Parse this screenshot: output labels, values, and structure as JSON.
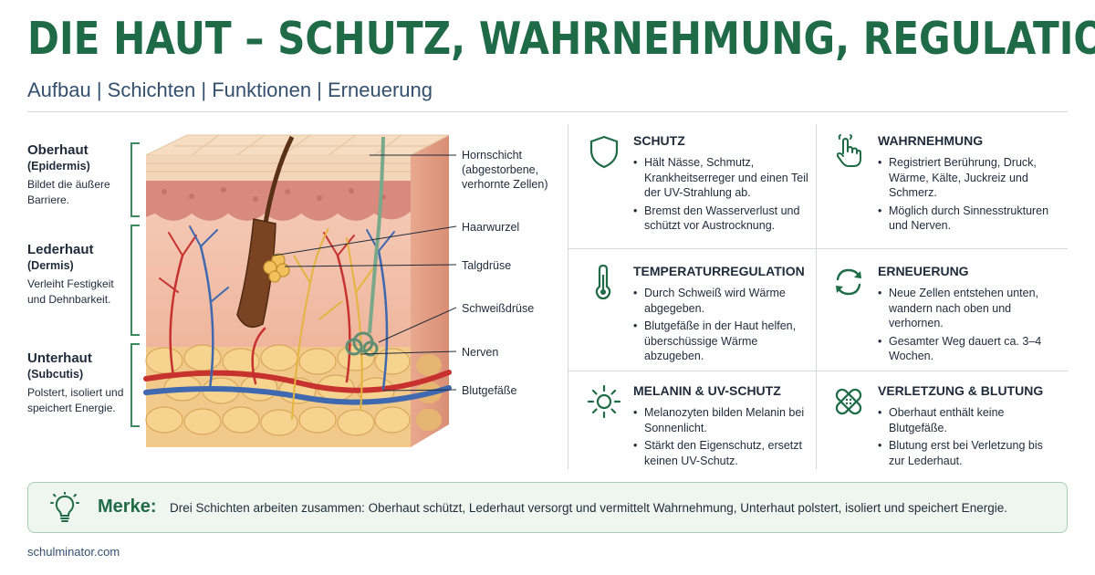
{
  "header": {
    "title": "DIE HAUT – SCHUTZ, WAHRNEHMUNG, REGULATION",
    "subtitle": "Aufbau | Schichten | Funktionen | Erneuerung"
  },
  "layers": [
    {
      "name": "Oberhaut",
      "latin": "(Epidermis)",
      "desc": "Bildet die äußere Barriere."
    },
    {
      "name": "Lederhaut",
      "latin": "(Dermis)",
      "desc": "Verleiht Festigkeit und Dehnbarkeit."
    },
    {
      "name": "Unterhaut",
      "latin": "(Subcutis)",
      "desc": "Polstert, isoliert und speichert Energie."
    }
  ],
  "diagram_labels": {
    "hornschicht": "Hornschicht",
    "hornschicht_note1": "(abgestorbene,",
    "hornschicht_note2": "verhornte Zellen)",
    "haarwurzel": "Haarwurzel",
    "talgdruese": "Talgdrüse",
    "schweissdruese": "Schweißdrüse",
    "nerven": "Nerven",
    "blutgefaesse": "Blutgefäße"
  },
  "cards": [
    {
      "icon": "shield-icon",
      "title": "SCHUTZ",
      "bullets": [
        "Hält Nässe, Schmutz, Krankheitserreger und einen Teil der UV-Strahlung ab.",
        "Bremst den Wasserverlust und schützt vor Austrocknung."
      ]
    },
    {
      "icon": "touch-hand-icon",
      "title": "WAHRNEHMUNG",
      "bullets": [
        "Registriert Berührung, Druck, Wärme, Kälte, Juckreiz und Schmerz.",
        "Möglich durch Sinnesstrukturen und Nerven."
      ]
    },
    {
      "icon": "thermometer-icon",
      "title": "TEMPERATURREGULATION",
      "bullets": [
        "Durch Schweiß wird Wärme abgegeben.",
        "Blutgefäße in der Haut helfen, überschüssige Wärme abzugeben."
      ]
    },
    {
      "icon": "renewal-arrows-icon",
      "title": "ERNEUERUNG",
      "bullets": [
        "Neue Zellen entstehen unten, wandern nach oben und verhornen.",
        "Gesamter Weg dauert ca. 3–4 Wochen."
      ]
    },
    {
      "icon": "sun-icon",
      "title": "MELANIN & UV-SCHUTZ",
      "bullets": [
        "Melanozyten bilden Melanin bei Sonnenlicht.",
        "Stärkt den Eigenschutz, ersetzt keinen UV-Schutz."
      ]
    },
    {
      "icon": "bandage-icon",
      "title": "VERLETZUNG & BLUTUNG",
      "bullets": [
        "Oberhaut enthält keine Blutgefäße.",
        "Blutung erst bei Verletzung bis zur Lederhaut."
      ]
    }
  ],
  "merke": {
    "icon": "lightbulb-icon",
    "label": "Merke:",
    "text": "Drei Schichten arbeiten zusammen: Oberhaut schützt, Lederhaut versorgt und vermittelt Wahrnehmung, Unterhaut polstert, isoliert und speichert Energie."
  },
  "footer": {
    "site": "schulminator.com"
  },
  "colors": {
    "brand_green": "#1f6b47",
    "navy": "#1f2b3a",
    "merke_bg": "#eef6ef"
  }
}
